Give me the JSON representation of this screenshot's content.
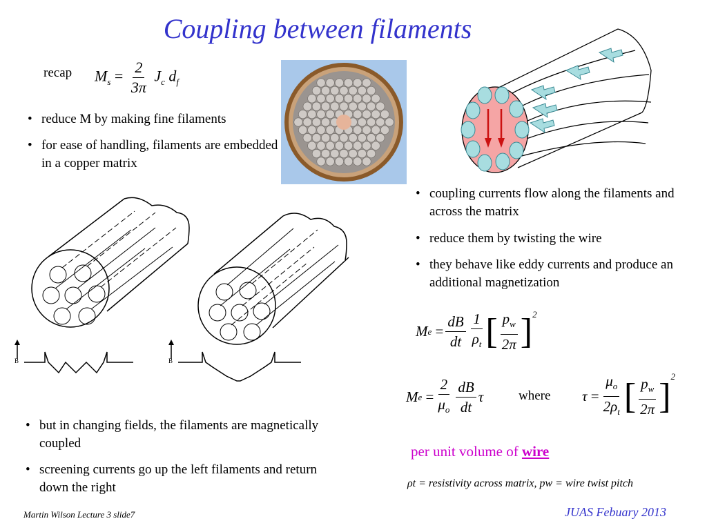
{
  "title": "Coupling between filaments",
  "recap": "recap",
  "bullets_top": [
    "reduce M by making fine filaments",
    "for ease of handling, filaments are embedded in a copper matrix"
  ],
  "bullets_right": [
    "coupling currents flow along the filaments and across the matrix",
    "reduce them by twisting the wire",
    "they behave like eddy currents and produce an additional magnetization"
  ],
  "bullets_bottom": [
    "but in changing fields, the filaments are magnetically coupled",
    " screening currents go up the left filaments and return down the right"
  ],
  "where": "where",
  "per_unit_prefix": "per unit volume of ",
  "per_unit_word": "wire",
  "rho_note": "ρt = resistivity across matrix, pw = wire twist pitch",
  "axis_label": "B",
  "footer_left": "Martin Wilson Lecture 3 slide7",
  "footer_right": "JUAS Febuary 2013",
  "colors": {
    "title": "#3333cc",
    "pervol": "#cc00cc",
    "filament": "#a8dde0",
    "cross": "#f5a5a5"
  }
}
